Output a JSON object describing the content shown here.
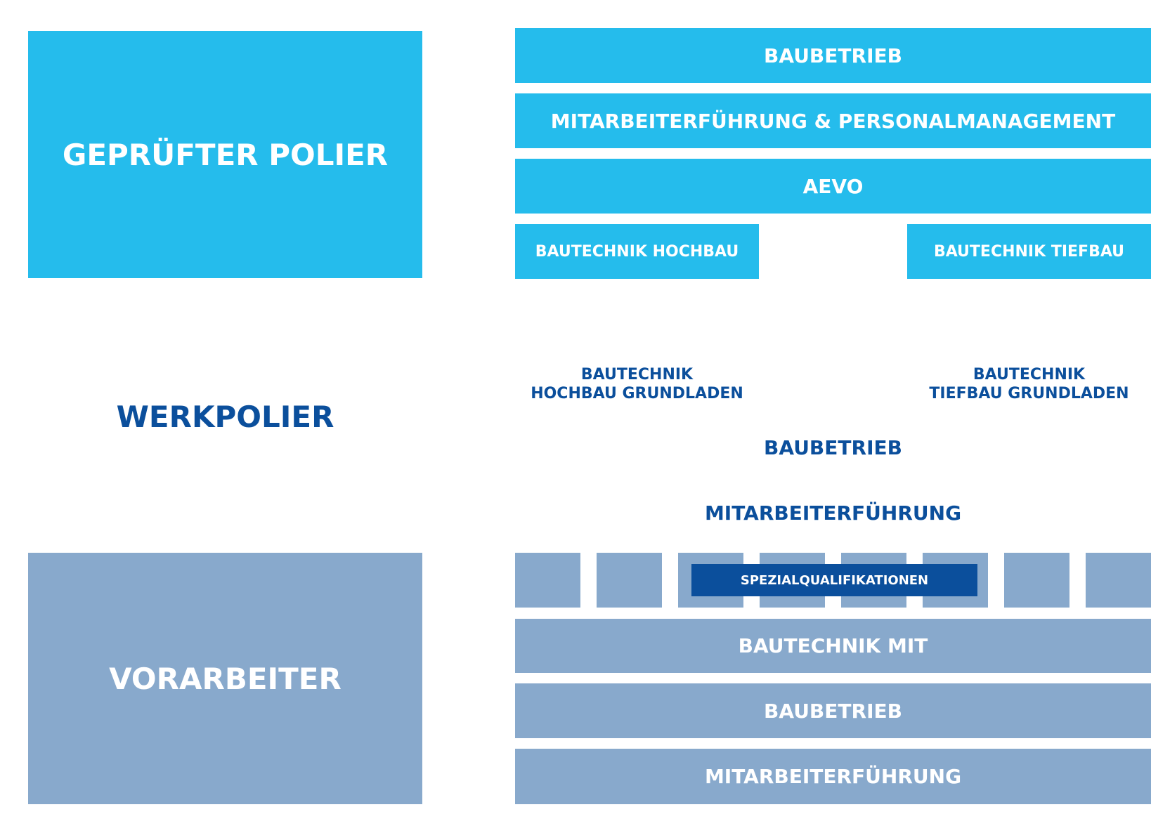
{
  "colors": {
    "primary": "#25bcec",
    "secondary": "#88a9cc",
    "accent": "#0b4f9c",
    "background": "#ffffff"
  },
  "levels": {
    "top": "GEPRÜFTER POLIER",
    "middle": "WERKPOLIER",
    "bottom": "VORARBEITER"
  },
  "polier_modules": {
    "baubetrieb": "BAUBETRIEB",
    "mitarbeiterfuehrung": "MITARBEITERFÜHRUNG & PERSONALMANAGEMENT",
    "aevo": "AEVO",
    "hochbau": "BAUTECHNIK HOCHBAU",
    "tiefbau": "BAUTECHNIK TIEFBAU"
  },
  "werkpolier_modules": {
    "hochbau_line1": "BAUTECHNIK",
    "hochbau_line2": "HOCHBAU GRUNDLADEN",
    "tiefbau_line1": "BAUTECHNIK",
    "tiefbau_line2": "TIEFBAU GRUNDLADEN",
    "baubetrieb": "BAUBETRIEB",
    "mitarbeiterfuehrung": "MITARBEITERFÜHRUNG"
  },
  "vorarbeiter_modules": {
    "spezial": "SPEZIALQUALIFIKATIONEN",
    "bautechnik": "BAUTECHNIK MIT",
    "baubetrieb": "BAUBETRIEB",
    "mitarbeiterfuehrung": "MITARBEITERFÜHRUNG"
  }
}
